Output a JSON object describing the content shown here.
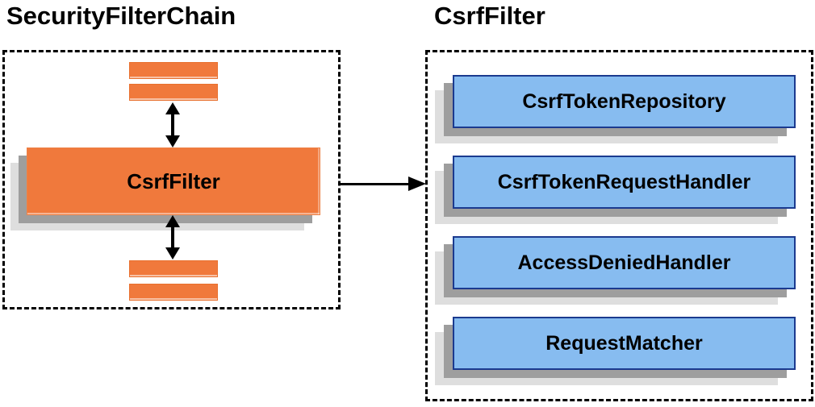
{
  "diagram": {
    "left_panel": {
      "title": "SecurityFilterChain",
      "filter_box_label": "CsrfFilter",
      "placeholder_bars": [
        "filter-bar",
        "filter-bar",
        "filter-bar",
        "filter-bar"
      ],
      "arrows": [
        "bidirectional-vertical",
        "bidirectional-vertical"
      ]
    },
    "connector": {
      "type": "arrow-right",
      "from": "CsrfFilter",
      "to": "CsrfFilter components"
    },
    "right_panel": {
      "title": "CsrfFilter",
      "components": [
        "CsrfTokenRepository",
        "CsrfTokenRequestHandler",
        "AccessDeniedHandler",
        "RequestMatcher"
      ]
    },
    "colors": {
      "background": "#FFFFFF",
      "text": "#000000",
      "orange_fill": "#F0793C",
      "blue_fill": "#87BCF0",
      "blue_border": "#1B3A8F",
      "shadow_dark": "#9E9E9E",
      "shadow_light": "#DEDEDE",
      "dashed_border": "#000000"
    }
  }
}
